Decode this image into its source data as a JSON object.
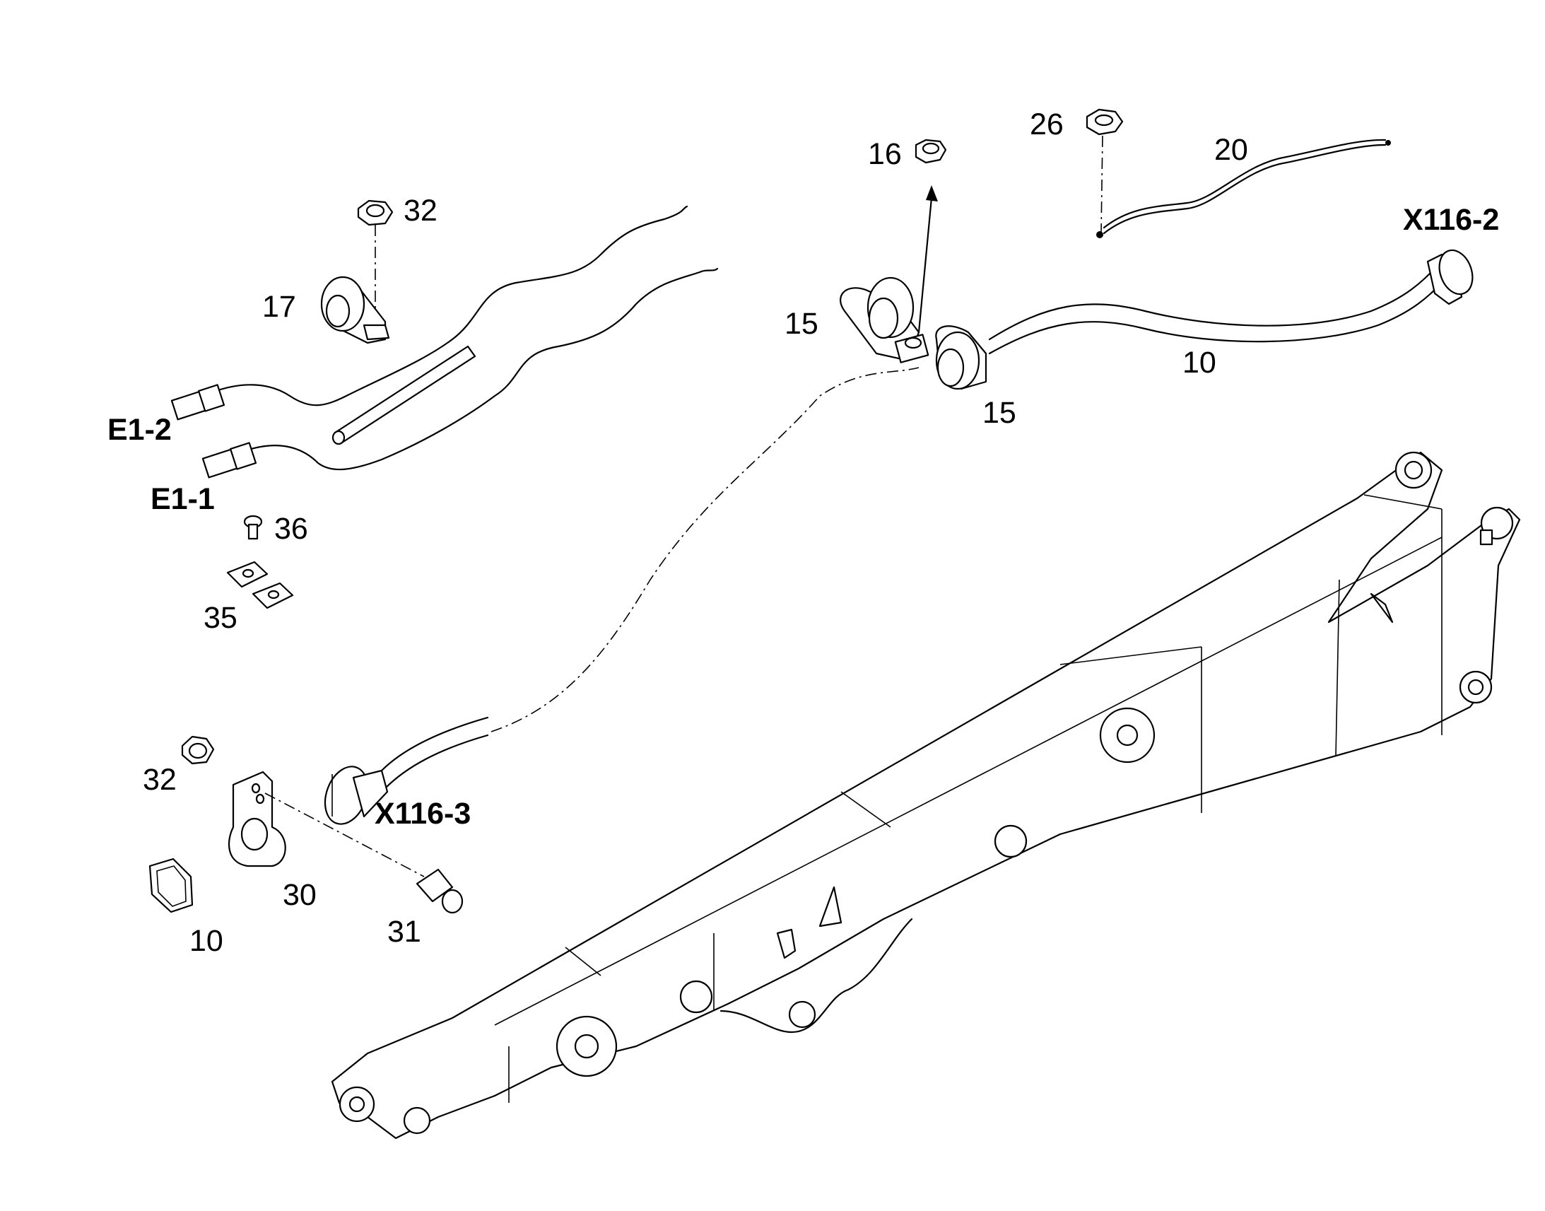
{
  "diagram": {
    "callouts": {
      "n32_top": "32",
      "n17": "17",
      "e1_2": "E1-2",
      "e1_1": "E1-1",
      "n36": "36",
      "n35": "35",
      "n32_bottom": "32",
      "n10_bottom": "10",
      "n30": "30",
      "n31": "31",
      "x116_3": "X116-3",
      "n15_left": "15",
      "n15_right": "15",
      "n16": "16",
      "n26": "26",
      "n20": "20",
      "x116_2": "X116-2",
      "n10_top": "10"
    },
    "colors": {
      "line": "#000000",
      "background": "#ffffff"
    }
  }
}
